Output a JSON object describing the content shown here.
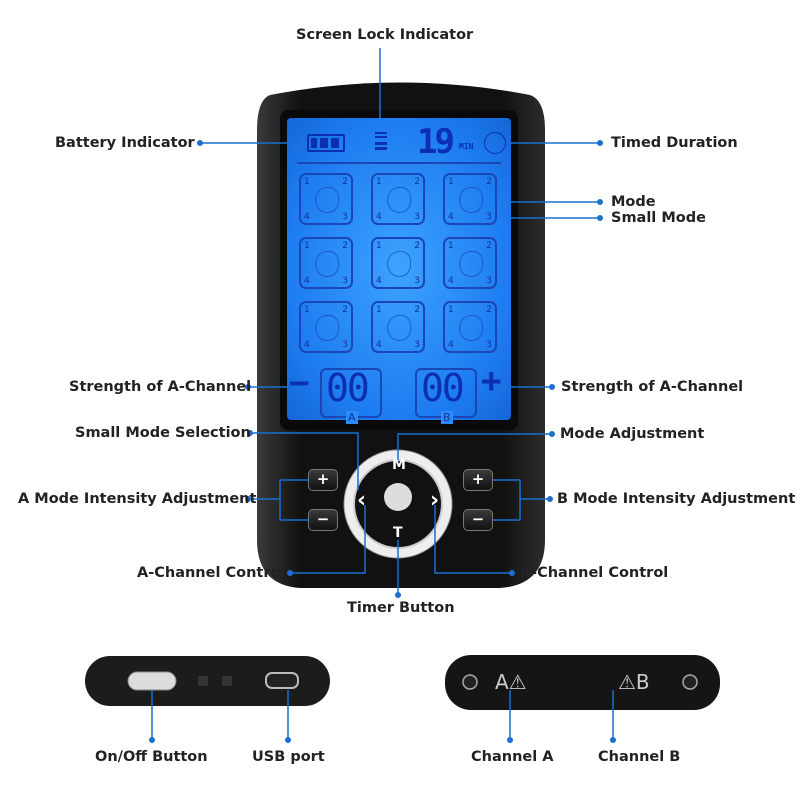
{
  "labels": {
    "screen_lock": "Screen Lock Indicator",
    "battery": "Battery Indicator",
    "timed_duration": "Timed Duration",
    "mode": "Mode",
    "small_mode": "Small Mode",
    "strength_a_left": "Strength of A-Channel",
    "strength_a_right": "Strength of A-Channel",
    "small_mode_selection": "Small Mode Selection",
    "mode_adjustment": "Mode Adjustment",
    "a_mode_intensity": "A Mode Intensity Adjustment",
    "b_mode_intensity": "B Mode Intensity Adjustment",
    "a_channel_control": "A-Channel Control",
    "b_channel_control": "B-Channel Control",
    "timer_button": "Timer Button",
    "on_off": "On/Off Button",
    "usb": "USB port",
    "channel_a": "Channel A",
    "channel_b": "Channel B"
  },
  "lcd": {
    "timer_value": "19",
    "timer_unit": "MIN",
    "a_value": "00",
    "b_value": "00",
    "a_label": "A",
    "b_label": "B",
    "minus": "−",
    "plus": "+",
    "tile_corners": [
      "1",
      "2",
      "3",
      "4"
    ]
  },
  "buttons": {
    "plus": "+",
    "minus": "−",
    "mode": "M",
    "timer": "T",
    "left": "‹",
    "right": "›"
  },
  "ports": {
    "a": "A⚠",
    "b": "⚠B"
  },
  "colors": {
    "leader": "#1a6fd1",
    "lcd": "#2a8cf8",
    "body": "#1a1a1a"
  }
}
